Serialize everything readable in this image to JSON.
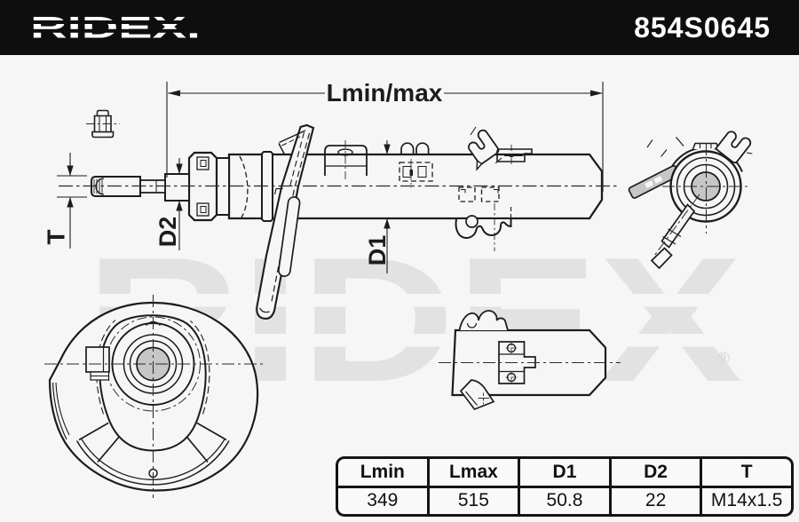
{
  "header": {
    "brand": "RIDEX.",
    "part_number": "854S0645"
  },
  "watermark": {
    "text": "RIDEX",
    "registered": "®"
  },
  "dimensions": {
    "length_label": "Lmin/max",
    "t_label": "T",
    "d2_label": "D2",
    "d1_label": "D1"
  },
  "table": {
    "columns": [
      "Lmin",
      "Lmax",
      "D1",
      "D2",
      "T"
    ],
    "values": [
      "349",
      "515",
      "50.8",
      "22",
      "M14x1.5"
    ]
  },
  "colors": {
    "header_bg": "#0e0e0e",
    "page_bg": "#f6f6f6",
    "line": "#1c1c1c",
    "watermark": "#e2e2e2",
    "metal_gray": "#c6c6c6",
    "text_light": "#ffffff"
  }
}
